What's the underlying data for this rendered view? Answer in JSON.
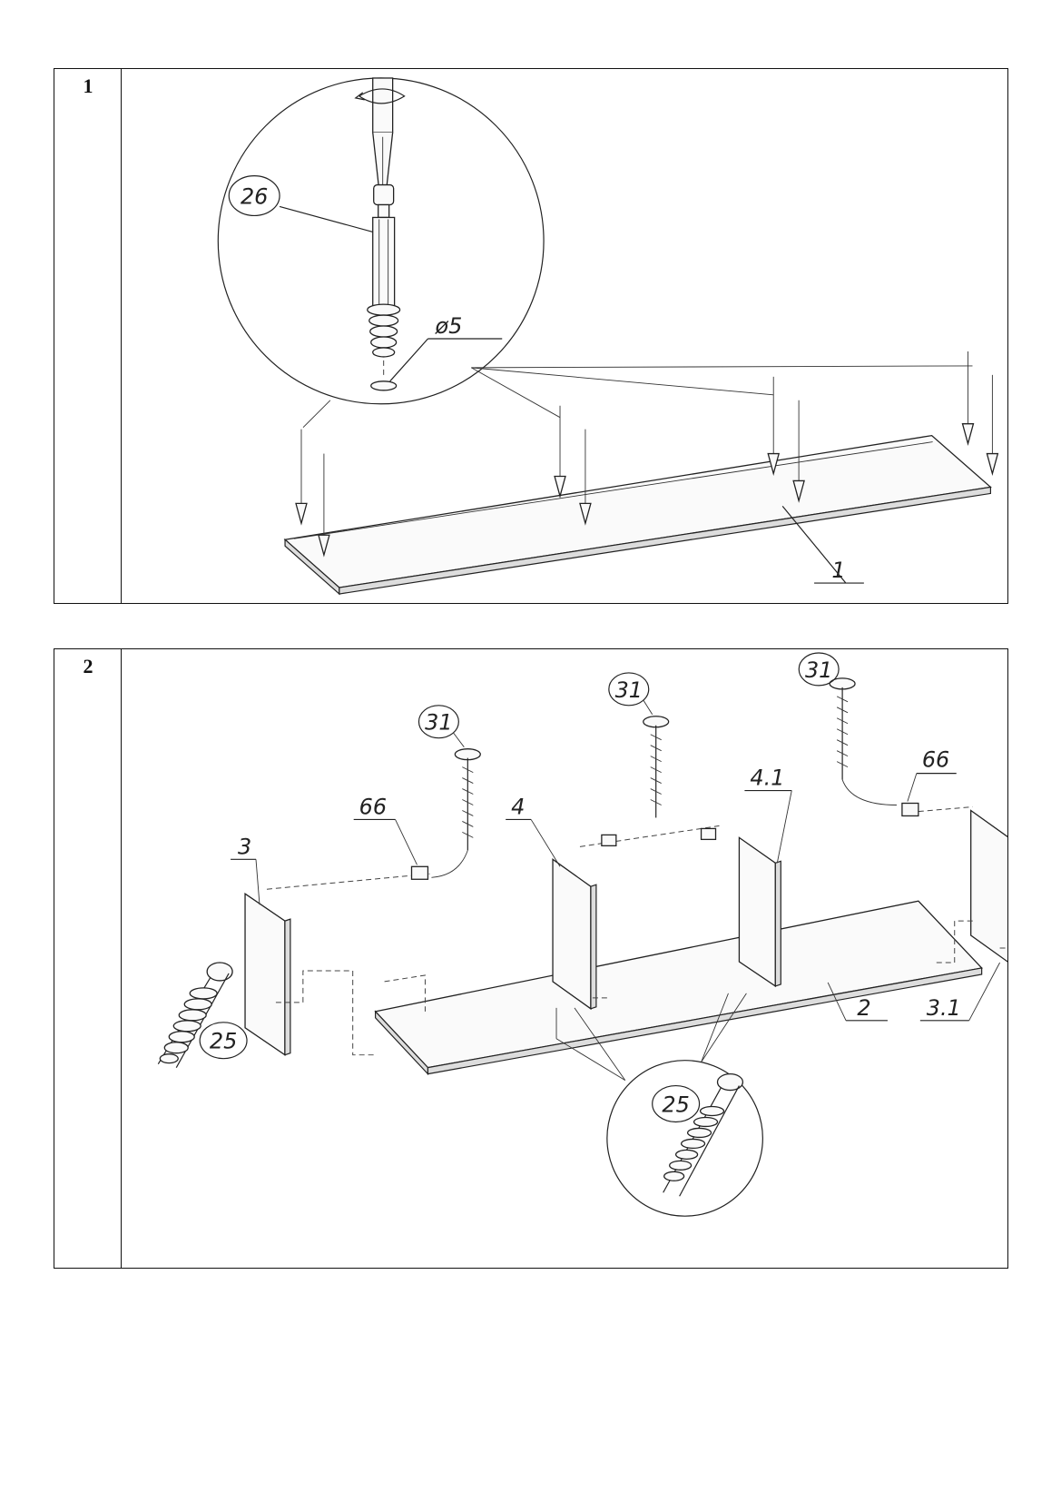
{
  "steps": [
    {
      "number": "1",
      "callouts": {
        "fitting": "26",
        "hole": "ø5",
        "panel": "1"
      }
    },
    {
      "number": "2",
      "callouts": {
        "screw_left": "31",
        "screw_mid": "31",
        "screw_right": "31",
        "clip_left": "66",
        "clip_right": "66",
        "panel_left": "3",
        "panel_mid": "4",
        "panel_mid_right": "4.1",
        "panel_bottom": "2",
        "panel_right": "3.1",
        "confirmat_left": "25",
        "confirmat_detail": "25"
      }
    }
  ]
}
